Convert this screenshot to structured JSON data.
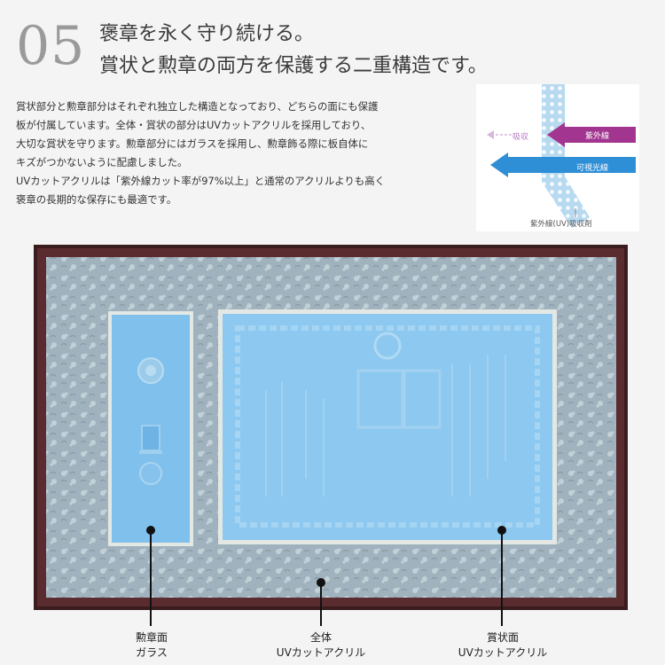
{
  "header": {
    "number": "05",
    "title_line1": "褒章を永く守り続ける。",
    "title_line2": "賞状と勲章の両方を保護する二重構造です。"
  },
  "description": [
    "賞状部分と勲章部分はそれぞれ独立した構造となっており、どちらの面にも保護",
    "板が付属しています。全体・賞状の部分はUVカットアクリルを採用しており、",
    "大切な賞状を守ります。勲章部分にはガラスを採用し、勲章飾る際に板自体に",
    "キズがつかないように配慮しました。",
    "UVカットアクリルは「紫外線カット率が97%以上」と通常のアクリルよりも高く",
    "褒章の長期的な保存にも最適です。"
  ],
  "diagram": {
    "uv_label": "紫外線",
    "visible_label": "可視光線",
    "absorb_label": "吸収",
    "agent_label": "紫外線(UV)吸収剤",
    "colors": {
      "uv": "#a2358f",
      "visible": "#2f8fd6",
      "panel": "#a9d2ec"
    }
  },
  "frame": {
    "colors": {
      "frame": "#3a1c1e",
      "mat": "#9fb2bd",
      "glass": "#80c0ec"
    }
  },
  "callouts": {
    "medal": {
      "line1": "勲章面",
      "line2": "ガラス"
    },
    "whole": {
      "line1": "全体",
      "line2": "UVカットアクリル"
    },
    "certificate": {
      "line1": "賞状面",
      "line2": "UVカットアクリル"
    }
  }
}
